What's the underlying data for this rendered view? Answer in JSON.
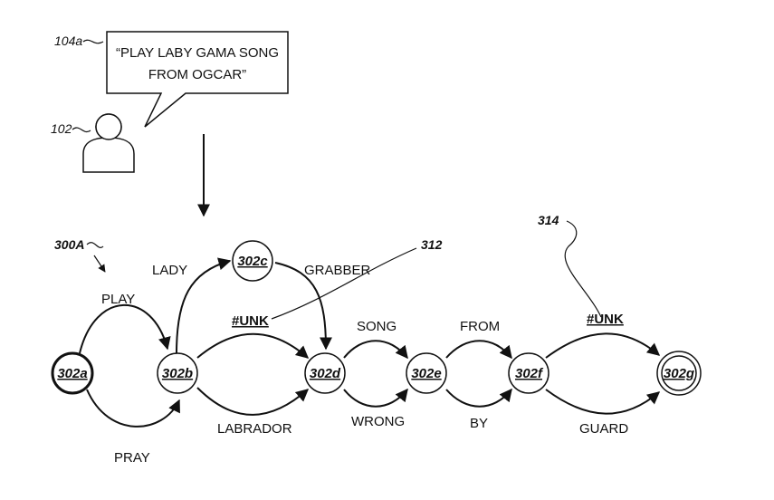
{
  "speech": {
    "ref": "104a",
    "line1": "“PLAY LABY GAMA SONG",
    "line2": "FROM OGCAR”"
  },
  "user": {
    "ref": "102",
    "icon": "user-icon"
  },
  "graph": {
    "ref": "300A",
    "nodes": {
      "a": "302a",
      "b": "302b",
      "c": "302c",
      "d": "302d",
      "e": "302e",
      "f": "302f",
      "g": "302g"
    },
    "edges": {
      "play": "PLAY",
      "pray": "PRAY",
      "lady": "LADY",
      "grabber": "GRABBER",
      "unk1": "#UNK",
      "labrador": "LABRADOR",
      "song": "SONG",
      "wrong": "WRONG",
      "from": "FROM",
      "by": "BY",
      "unk2": "#UNK",
      "guard": "GUARD"
    },
    "callouts": {
      "c312": "312",
      "c314": "314"
    }
  }
}
